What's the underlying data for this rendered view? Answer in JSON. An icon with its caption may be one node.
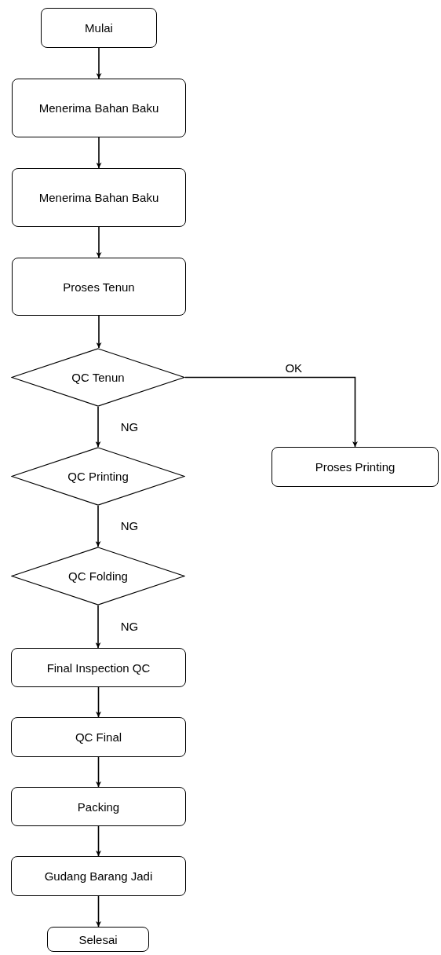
{
  "diagram": {
    "nodes": [
      {
        "text": [
          "Mulai"
        ]
      },
      {
        "text": [
          "Menerima Bahan Baku"
        ]
      },
      {
        "text": [
          "Menerima Bahan Baku"
        ]
      },
      {
        "text": [
          "Proses Tenun"
        ]
      },
      {
        "text": [
          "QC Tenun"
        ]
      },
      {
        "text": [
          "QC Printing"
        ]
      },
      {
        "text": [
          "Proses Printing"
        ]
      },
      {
        "text": [
          "QC Folding"
        ]
      },
      {
        "text": [
          "Final Inspection QC"
        ]
      },
      {
        "text": [
          "QC Final"
        ]
      },
      {
        "text": [
          "Packing"
        ]
      },
      {
        "text": [
          "Gudang Barang Jadi"
        ]
      },
      {
        "text": [
          "Selesai"
        ]
      }
    ],
    "edges": [
      {
        "from": 0,
        "to": 1,
        "arrow": "to"
      },
      {
        "from": 1,
        "to": 2,
        "arrow": "to"
      },
      {
        "from": 2,
        "to": 3,
        "arrow": "to"
      },
      {
        "from": 3,
        "to": 4,
        "arrow": "to"
      },
      {
        "from": 4,
        "to": 6,
        "arrow": "to",
        "label": "OK"
      },
      {
        "from": 4,
        "to": 5,
        "arrow": "to",
        "label": "NG"
      },
      {
        "from": 5,
        "to": 7,
        "arrow": "to",
        "label": "NG"
      },
      {
        "from": 7,
        "to": 8,
        "arrow": "to",
        "label": "NG"
      },
      {
        "from": 8,
        "to": 9,
        "arrow": "to"
      },
      {
        "from": 9,
        "to": 10,
        "arrow": "to"
      },
      {
        "from": 10,
        "to": 11,
        "arrow": "to"
      },
      {
        "from": 11,
        "to": 12,
        "arrow": "to"
      }
    ]
  }
}
